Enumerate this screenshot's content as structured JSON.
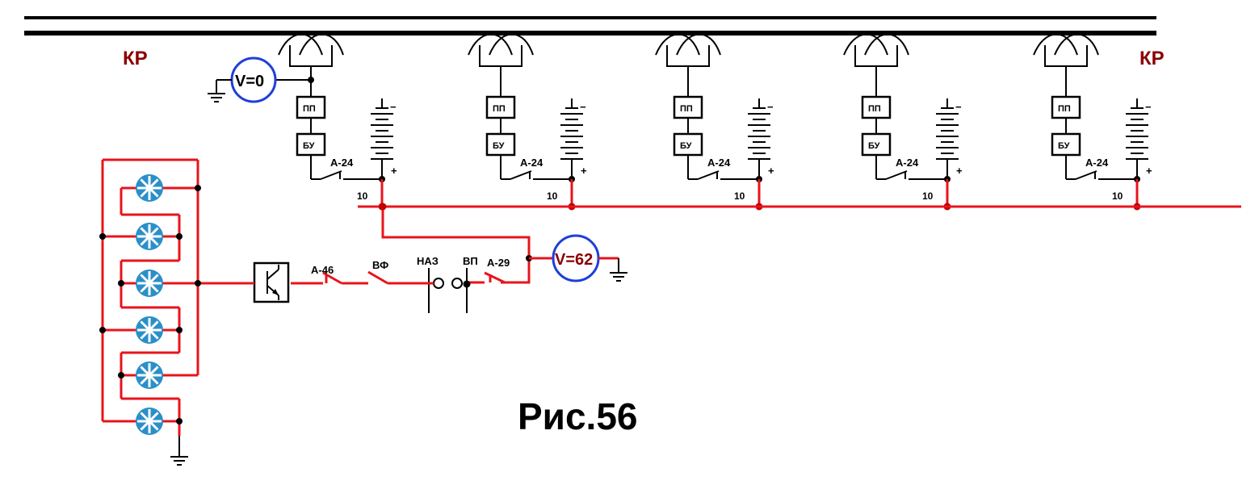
{
  "figure": {
    "caption": "Рис.56"
  },
  "bus": {
    "left_label": "КР",
    "right_label": "КР"
  },
  "colors": {
    "bus_label": "#8b0000",
    "voltmeter_ring": "#1f3fd6",
    "voltmeter_text_top": "#000000",
    "voltmeter_text_bottom": "#8b0000",
    "wire_red": "#e8141b",
    "lamp": "#2b8fc9"
  },
  "sections": [
    {
      "pp_label": "ПП",
      "bu_label": "БУ",
      "switch_label": "А-24",
      "wire_label": "10",
      "battery_minus": "−",
      "battery_plus": "+"
    },
    {
      "pp_label": "ПП",
      "bu_label": "БУ",
      "switch_label": "А-24",
      "wire_label": "10",
      "battery_minus": "−",
      "battery_plus": "+"
    },
    {
      "pp_label": "ПП",
      "bu_label": "БУ",
      "switch_label": "А-24",
      "wire_label": "10",
      "battery_minus": "−",
      "battery_plus": "+"
    },
    {
      "pp_label": "ПП",
      "bu_label": "БУ",
      "switch_label": "А-24",
      "wire_label": "10",
      "battery_minus": "−",
      "battery_plus": "+"
    },
    {
      "pp_label": "ПП",
      "bu_label": "БУ",
      "switch_label": "А-24",
      "wire_label": "10",
      "battery_minus": "−",
      "battery_plus": "+"
    }
  ],
  "voltmeters": [
    {
      "label": "V=0"
    },
    {
      "label": "V=62"
    }
  ],
  "control_chain": {
    "switch_a46": "А-46",
    "switch_vf": "ВФ",
    "switch_naz": "НАЗ",
    "switch_vp": "ВП",
    "switch_a29": "А-29"
  },
  "lamps": {
    "count": 6,
    "icon": "lamp-icon"
  }
}
